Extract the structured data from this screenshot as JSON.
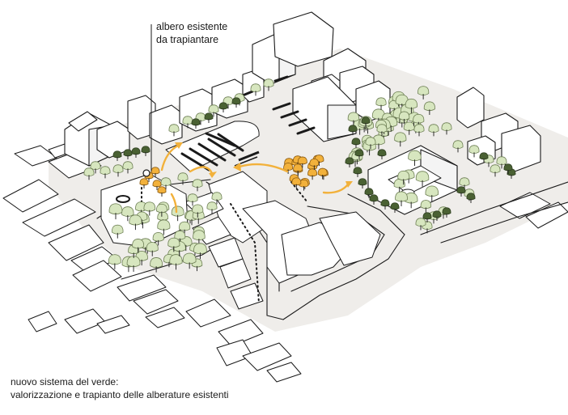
{
  "annotation": {
    "line1": "albero esistente",
    "line2": "da trapiantare"
  },
  "caption": {
    "line1": "nuovo sistema del verde:",
    "line2": "valorizzazione e trapianto delle alberature esistenti"
  },
  "colors": {
    "existing_tree": "#d7e6bf",
    "existing_tree_stroke": "#6e7f55",
    "tree_dark": "#4a6133",
    "tree_transplant": "#f2b13b",
    "arrow": "#f2b13b",
    "ground": "#efedea",
    "outline": "#1a1a1a"
  }
}
